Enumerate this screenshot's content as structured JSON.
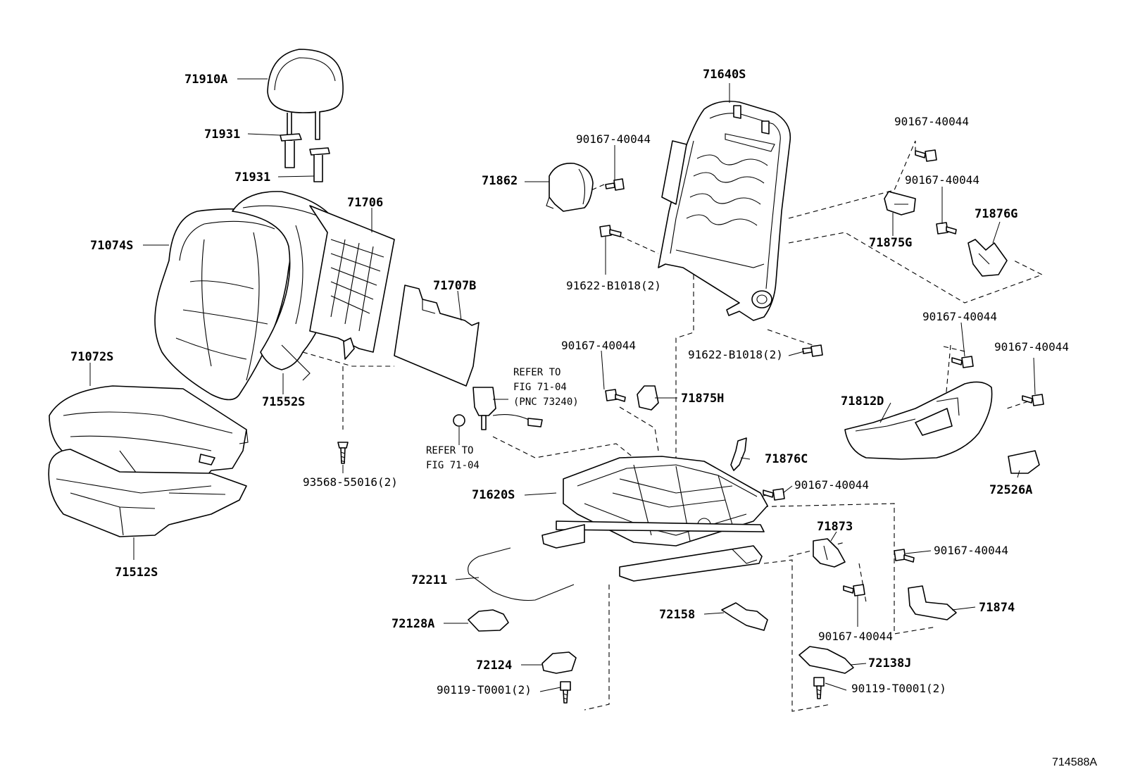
{
  "figure_id": "714588A",
  "parts": {
    "p71910A": "71910A",
    "p71931_a": "71931",
    "p71931_b": "71931",
    "p71706": "71706",
    "p71074S": "71074S",
    "p71707B": "71707B",
    "p71072S": "71072S",
    "p71552S": "71552S",
    "p93568": "93568-55016(2)",
    "p71512S": "71512S",
    "p71640S": "71640S",
    "p90167_a": "90167-40044",
    "p71862": "71862",
    "p90167_b": "90167-40044",
    "p90167_c": "90167-40044",
    "p71876G": "71876G",
    "p71875G": "71875G",
    "p91622_a": "91622-B1018(2)",
    "p91622_b": "91622-B1018(2)",
    "p90167_d": "90167-40044",
    "p90167_e": "90167-40044",
    "p90167_f": "90167-40044",
    "p71875H": "71875H",
    "p71812D": "71812D",
    "p71876C": "71876C",
    "p90167_g": "90167-40044",
    "p72526A": "72526A",
    "p71620S": "71620S",
    "p71873": "71873",
    "p90167_h": "90167-40044",
    "p71874": "71874",
    "p72211": "72211",
    "p90167_i": "90167-40044",
    "p72158": "72158",
    "p72128A": "72128A",
    "p72124": "72124",
    "p72138J": "72138J",
    "p90119_a": "90119-T0001(2)",
    "p90119_b": "90119-T0001(2)"
  },
  "refs": {
    "ref1_l1": "REFER TO",
    "ref1_l2": "FIG 71-04",
    "ref1_l3": "(PNC 73240)",
    "ref2_l1": "REFER TO",
    "ref2_l2": "FIG 71-04"
  }
}
